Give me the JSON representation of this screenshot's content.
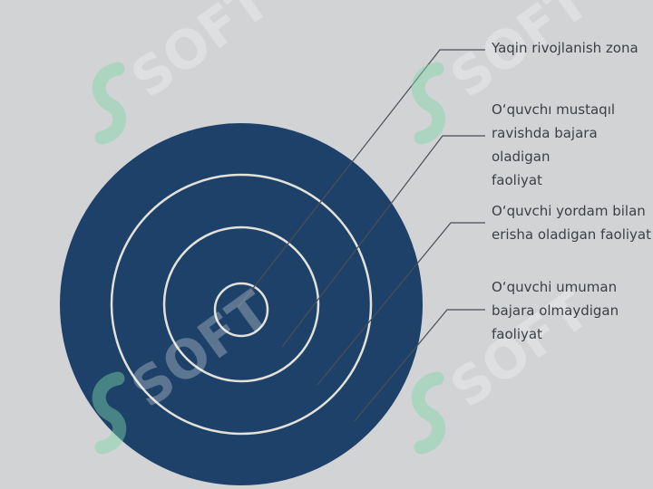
{
  "labels": {
    "zone": "Yaqin rivojlanish zona",
    "independent": "O‘quvchı mustaqıl\nravishda bajara oladigan\nfaoliyat",
    "with_help": "O‘quvchi yordam bilan\nerisha oladigan faoliyat",
    "cannot": "O‘quvchi umuman\nbajara olmaydigan\nfaoliyat"
  },
  "watermark": {
    "text": "SOFT",
    "icon": "sofmath-logo-icon"
  },
  "colors": {
    "background": "#d2d3d5",
    "disc": "#1d4168",
    "rings": "#e4e2d8",
    "leader_lines": "#4a4f57",
    "text": "#3b3f45",
    "watermark": "#7fd8a8"
  }
}
